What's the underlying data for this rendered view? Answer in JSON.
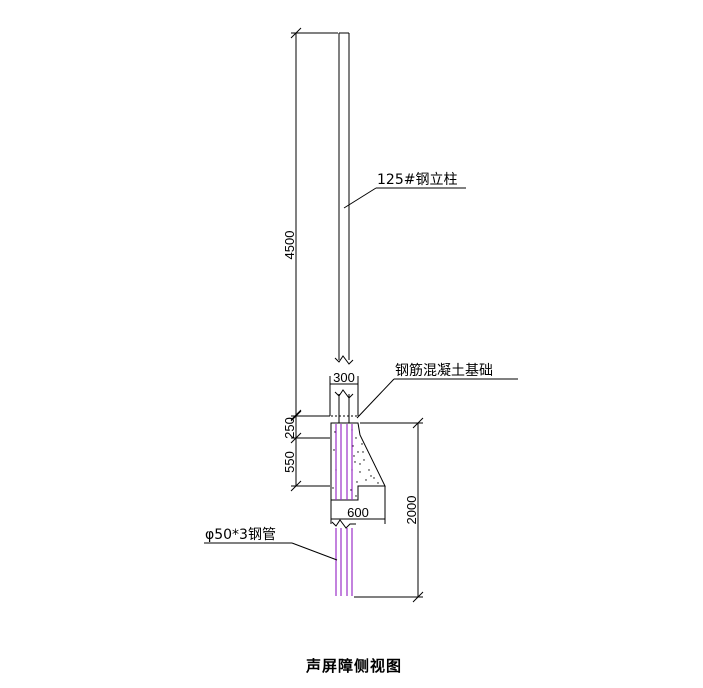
{
  "labels": {
    "column": "125#钢立柱",
    "foundation": "钢筋混凝土基础",
    "pipe": "φ50*3钢管"
  },
  "dimensions": {
    "d4500": "4500",
    "d300": "300",
    "d250": "250",
    "d550": "550",
    "d600": "600",
    "d2000": "2000"
  },
  "title": "声屏障侧视图",
  "colors": {
    "line": "#000000",
    "pipe": "#9b30c8"
  }
}
